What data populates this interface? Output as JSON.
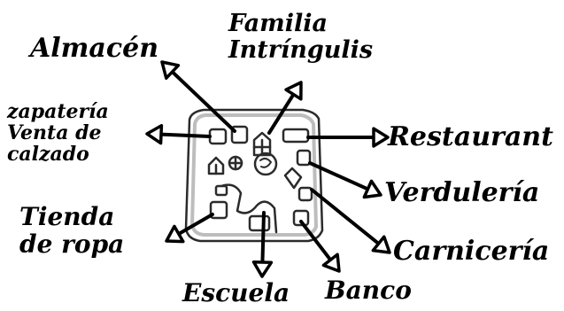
{
  "colors": {
    "ink": "#000000",
    "map_ink": "#2b2b2b",
    "map_shade": "#bdbdbd",
    "background": "#ffffff"
  },
  "labels": {
    "familia": [
      "Familia",
      "Intríngulis"
    ],
    "almacen": "Almacén",
    "zapateria": [
      "zapatería",
      "Venta de",
      "calzado"
    ],
    "restaurant": "Restaurant",
    "verduleria": "Verdulería",
    "tienda": [
      "Tienda",
      "de ropa"
    ],
    "carniceria": "Carnicería",
    "escuela": "Escuela",
    "banco": "Banco"
  },
  "icons": {
    "arrowhead": "open-triangle-arrowhead",
    "map": "hand-drawn-neighborhood-map"
  }
}
